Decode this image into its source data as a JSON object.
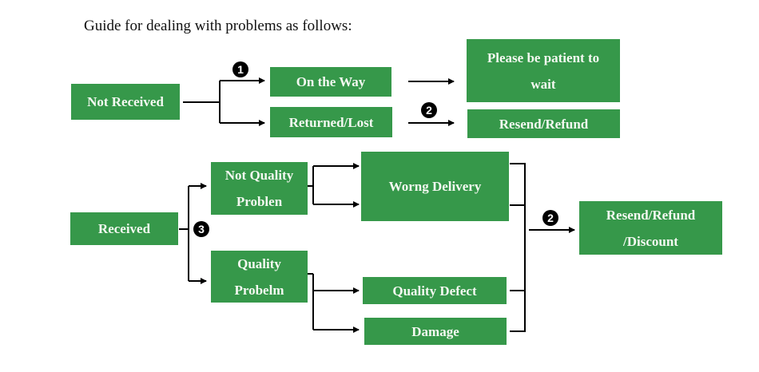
{
  "title": "Guide for dealing with problems as follows:",
  "colors": {
    "box_fill": "#36984a",
    "box_text": "#f4f8f1",
    "line": "#000000",
    "badge_fill": "#000000",
    "badge_text": "#ffffff"
  },
  "top_section": {
    "root": "Not Received",
    "branches": [
      {
        "label": "On the Way",
        "result": "Please be patient to wait",
        "badge": ""
      },
      {
        "label": "Returned/Lost",
        "result": "Resend/Refund",
        "badge": "2"
      }
    ],
    "branch_badge": "1"
  },
  "bottom_section": {
    "root": "Received",
    "branch_badge": "3",
    "categories": [
      {
        "label": "Not Quality Problen",
        "outcomes": [
          "Worng Delivery"
        ]
      },
      {
        "label": "Quality Probelm",
        "outcomes": [
          "Quality Defect",
          "Damage"
        ]
      }
    ],
    "result_badge": "2",
    "result": "Resend/Refund /Discount"
  }
}
